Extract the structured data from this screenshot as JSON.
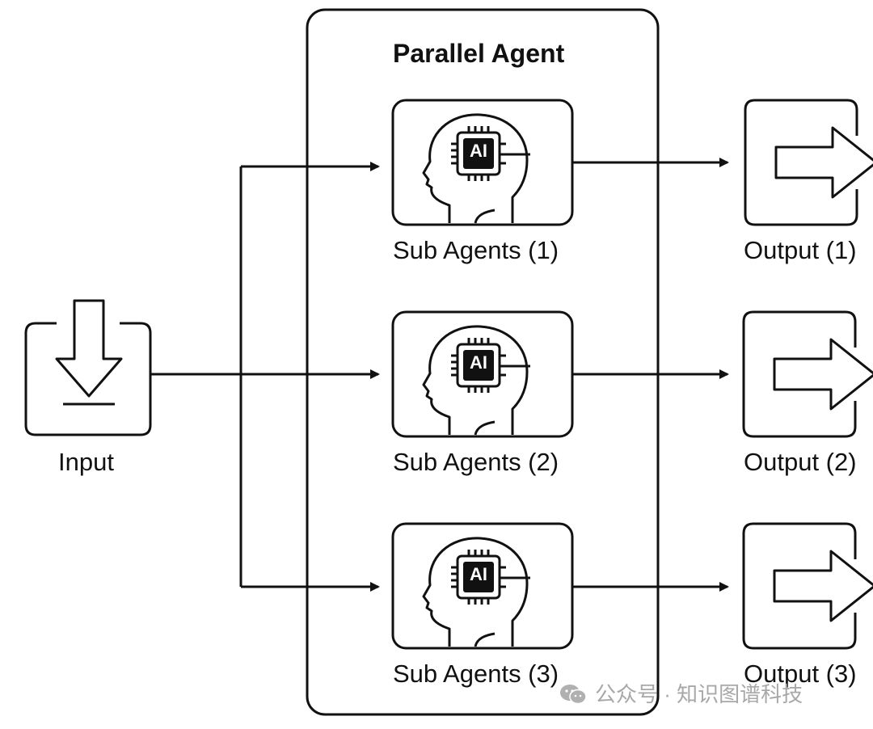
{
  "title": "Parallel Agent",
  "input": {
    "label": "Input"
  },
  "agents": [
    {
      "label": "Sub Agents (1)",
      "chip_text": "AI"
    },
    {
      "label": "Sub Agents (2)",
      "chip_text": "AI"
    },
    {
      "label": "Sub Agents (3)",
      "chip_text": "AI"
    }
  ],
  "outputs": [
    {
      "label": "Output (1)"
    },
    {
      "label": "Output (2)"
    },
    {
      "label": "Output (3)"
    }
  ],
  "watermark": {
    "text": "公众号 · 知识图谱科技",
    "icon": "wechat-icon"
  },
  "colors": {
    "stroke": "#111111",
    "background": "#ffffff",
    "watermark": "#a8a8a8"
  }
}
